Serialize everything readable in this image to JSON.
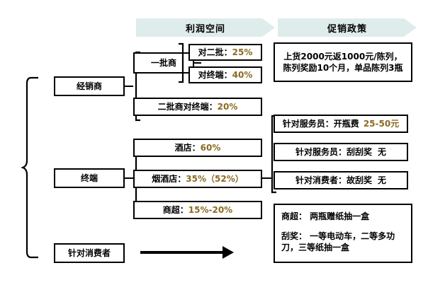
{
  "headers": {
    "profit_space": "利润空间",
    "promo_policy": "促销政策"
  },
  "channels": {
    "distributor": "经销商",
    "terminal": "终端",
    "consumer": "针对消费者"
  },
  "distributor_branch": {
    "first_tier": "一批商",
    "first_to_second_label": "对二批：",
    "first_to_second_value": "25%",
    "first_to_terminal_label": "对终端：",
    "first_to_terminal_value": "40%",
    "second_to_terminal_label": "二批商对终端：",
    "second_to_terminal_value": "20%"
  },
  "terminal_branch": [
    {
      "label": "酒店：",
      "value": "60%"
    },
    {
      "label": "烟酒店：",
      "value": "35%（52%）"
    },
    {
      "label": "商超：",
      "value": "15%-20%"
    }
  ],
  "promo": {
    "distributor_policy": "上货2000元返1000元/陈列，陈列奖励10个月，单品陈列3瓶",
    "items": [
      {
        "label": "针对服务员：开瓶费",
        "value": "25-50元"
      },
      {
        "label": "针对服务员：刮刮奖",
        "value": "无"
      },
      {
        "label": "针对消费者：故刮奖",
        "value": "无"
      }
    ],
    "consumer_note_line1": "商超：  两瓶赠纸抽一盒",
    "consumer_note_line2": "刮奖：  一等电动车，二等多功刀，三等纸抽一盒"
  },
  "colors": {
    "banner_bg": "#dfecec",
    "number": "#8a6a22",
    "line": "#000000"
  }
}
